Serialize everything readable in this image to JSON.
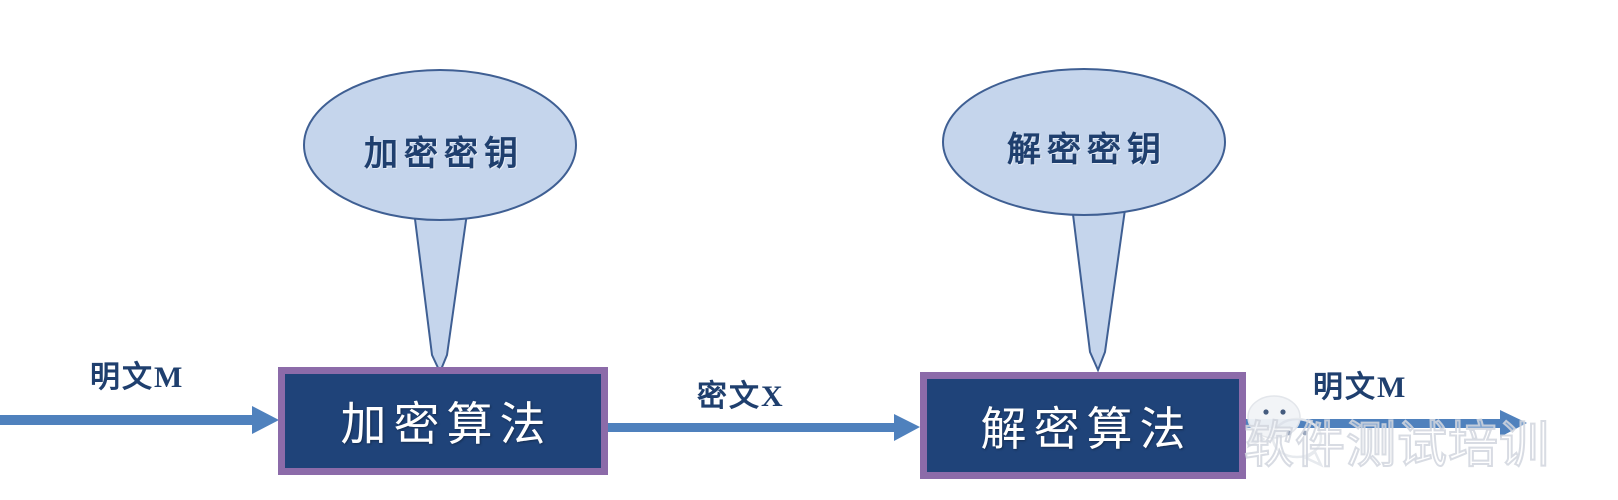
{
  "diagram": {
    "title": "Symmetric encryption flow diagram",
    "background_color": "#FFFFFF",
    "colors": {
      "box_fill": "#1F4379",
      "box_border": "#8C6BA9",
      "box_text": "#FFFFFF",
      "balloon_fill": "#C5D5EC",
      "balloon_stroke": "#3F5F93",
      "balloon_text": "#1F3F6E",
      "arrow": "#4F81BD",
      "label_text": "#1F3F6E",
      "watermark": "#D2D6DE"
    }
  },
  "balloons": [
    {
      "label": "加密密钥",
      "name": "encryption-key-callout"
    },
    {
      "label": "解密密钥",
      "name": "decryption-key-callout"
    }
  ],
  "boxes": [
    {
      "label": "加密算法",
      "name": "encryption-algorithm-box"
    },
    {
      "label": "解密算法",
      "name": "decryption-algorithm-box"
    }
  ],
  "flow_labels": {
    "plaintext_in": "明文M",
    "ciphertext": "密文X",
    "plaintext_out": "明文M"
  },
  "arrows": [
    {
      "name": "plaintext-in-arrow",
      "from": "input",
      "to": "encryption-algorithm-box"
    },
    {
      "name": "ciphertext-arrow",
      "from": "encryption-algorithm-box",
      "to": "decryption-algorithm-box"
    },
    {
      "name": "plaintext-out-arrow",
      "from": "decryption-algorithm-box",
      "to": "output"
    }
  ],
  "watermark": {
    "text": "软件测试培训",
    "icon": "wechat-icon"
  }
}
